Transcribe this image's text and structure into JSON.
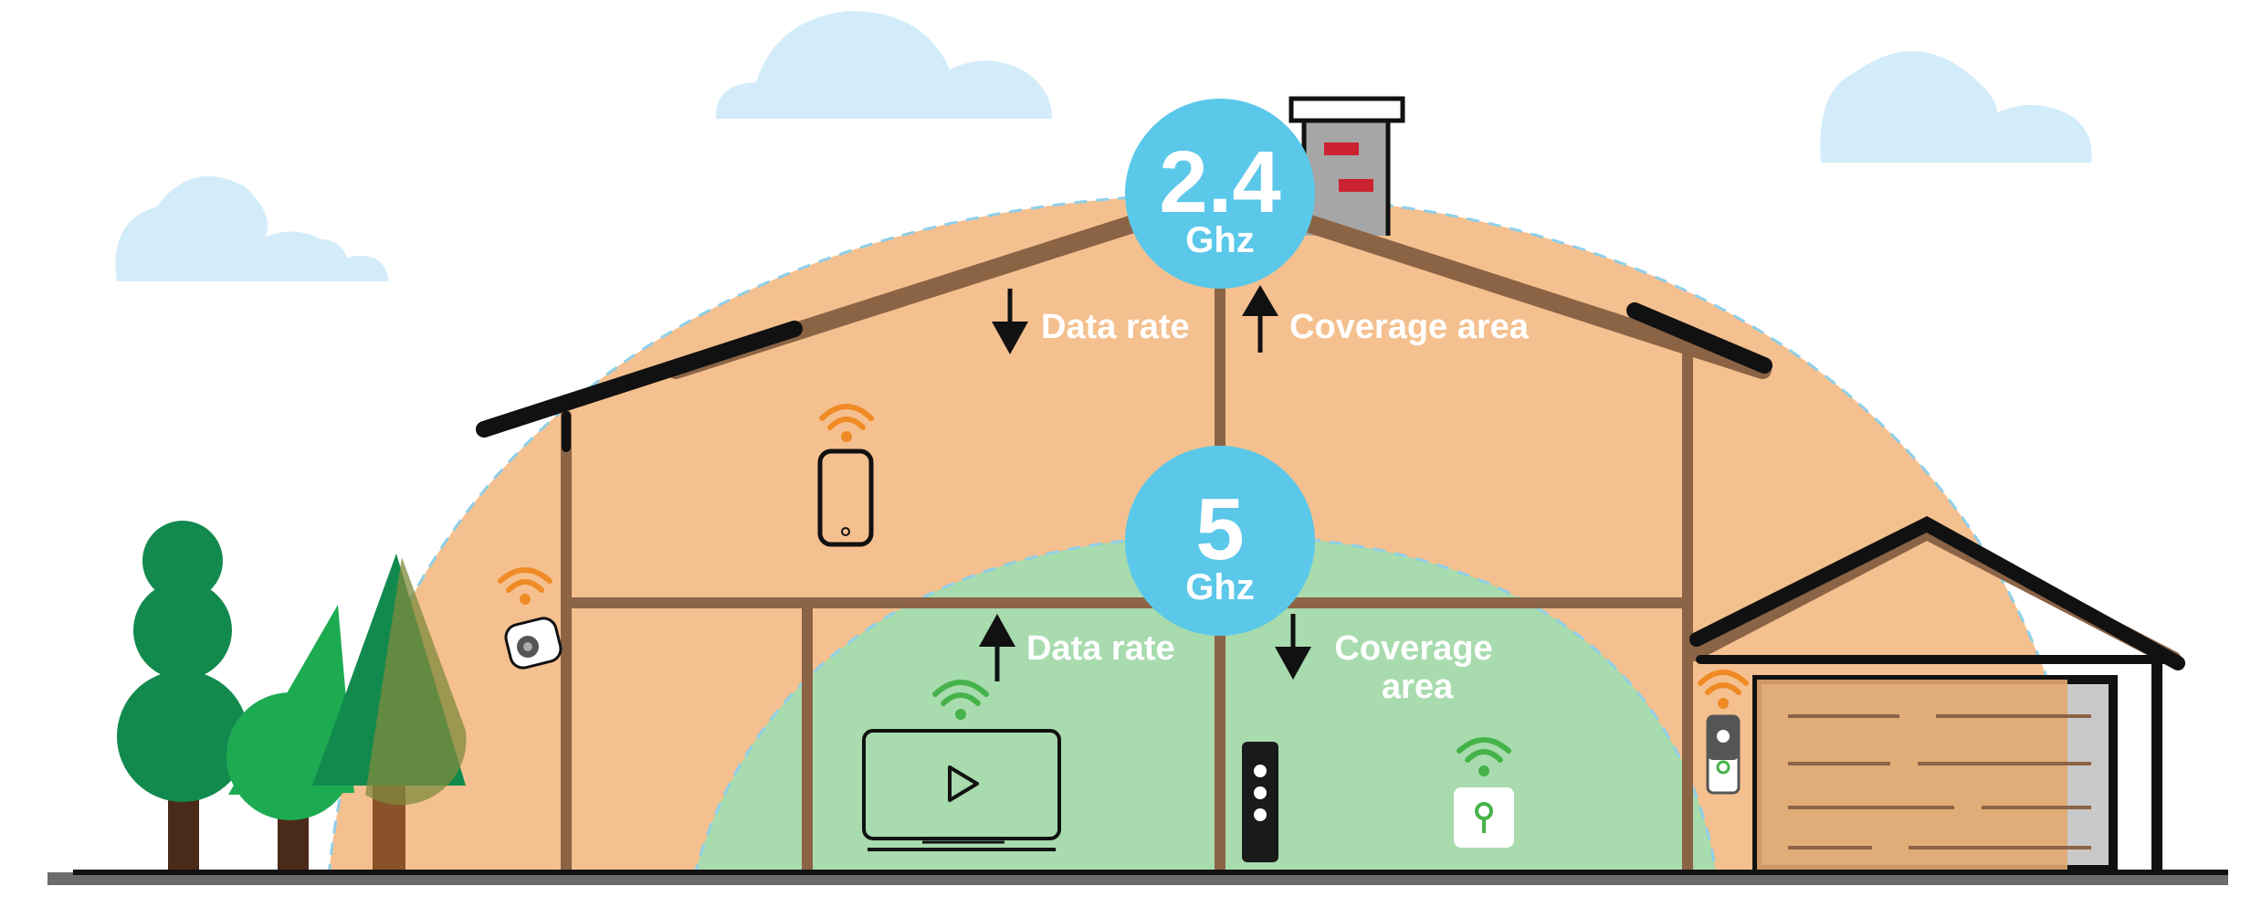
{
  "bands": {
    "ghz24": {
      "value": "2.4",
      "unit": "Ghz",
      "data_rate_label": "Data rate",
      "data_rate_trend": "down",
      "coverage_label": "Coverage area",
      "coverage_trend": "up",
      "color": "#f5c08f"
    },
    "ghz5": {
      "value": "5",
      "unit": "Ghz",
      "data_rate_label": "Data rate",
      "data_rate_trend": "up",
      "coverage_label_line1": "Coverage",
      "coverage_label_line2": "area",
      "coverage_trend": "down",
      "color": "#a8dbae"
    }
  },
  "colors": {
    "badge": "#5bc8ea",
    "sky_cloud": "#d3ecf9",
    "wood": "#8b6446",
    "outline": "#111111",
    "signal_24": "#f08a24",
    "signal_5": "#46b34a",
    "tree_dark": "#128a4e",
    "tree_light": "#1dab52",
    "chimney_brick": "#cc2230",
    "ground": "#6b6b6b"
  },
  "devices": [
    {
      "name": "smartphone",
      "band": "2.4"
    },
    {
      "name": "security camera",
      "band": "2.4"
    },
    {
      "name": "video doorbell",
      "band": "2.4"
    },
    {
      "name": "smart tv",
      "band": "5"
    },
    {
      "name": "router",
      "band": "5"
    },
    {
      "name": "smart lock",
      "band": "5"
    }
  ]
}
